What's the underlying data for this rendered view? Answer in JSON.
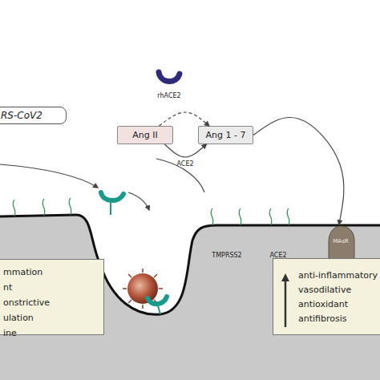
{
  "diagram": {
    "nodes": [
      {
        "text": [
          "RS-CoV2"
        ]
      },
      {
        "text": [
          "Ang II"
        ]
      },
      {
        "text": [
          "Ang 1 - 7"
        ]
      },
      {
        "text": [
          "MAsR"
        ]
      },
      {
        "text": [
          "mmation",
          "nt",
          "onstrictive",
          "ulation",
          "ine"
        ]
      },
      {
        "text": [
          "anti-inflammatory",
          "vasodilative",
          "antioxidant",
          "antifibrosis"
        ]
      }
    ],
    "edges": [
      {
        "from": 1,
        "to": 2,
        "arrow": "to"
      },
      {
        "from": 1,
        "to": 2,
        "label": "ACE2",
        "arrow": "to"
      },
      {
        "from": 2,
        "to": 3,
        "arrow": "to"
      }
    ],
    "labels": [
      "rhACE2",
      "TMPRSS2",
      "ACE2"
    ]
  }
}
